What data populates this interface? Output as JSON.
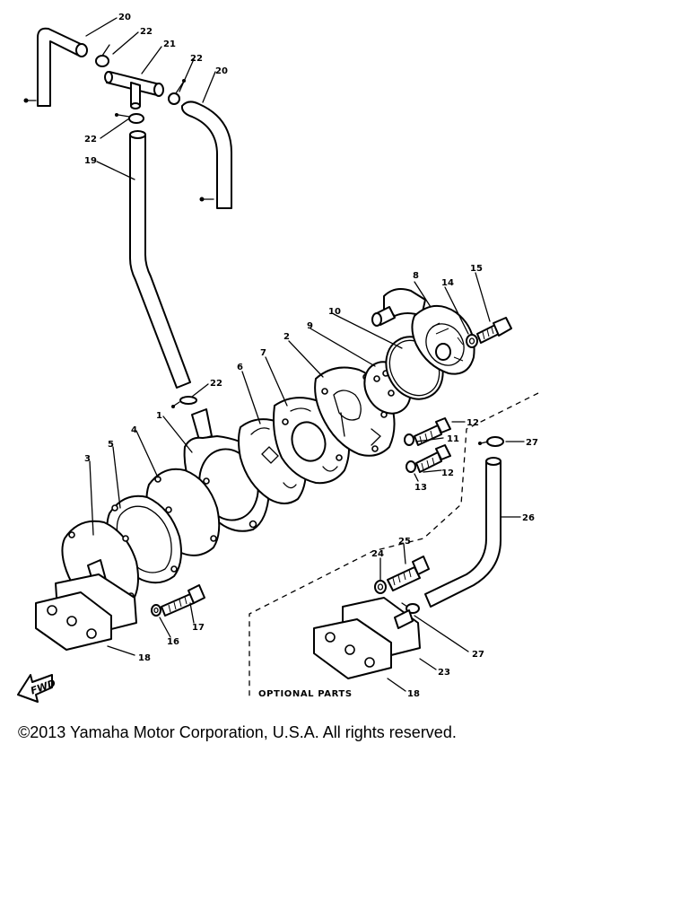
{
  "diagram": {
    "callouts": {
      "c1": "1",
      "c2": "2",
      "c3": "3",
      "c4": "4",
      "c5": "5",
      "c6": "6",
      "c7": "7",
      "c8": "8",
      "c9": "9",
      "c10": "10",
      "c11": "11",
      "c12a": "12",
      "c12b": "12",
      "c13": "13",
      "c14": "14",
      "c15": "15",
      "c16": "16",
      "c17": "17",
      "c18a": "18",
      "c18b": "18",
      "c19": "19",
      "c20a": "20",
      "c20b": "20",
      "c21": "21",
      "c22a": "22",
      "c22b": "22",
      "c22c": "22",
      "c22d": "22",
      "c23": "23",
      "c24": "24",
      "c25": "25",
      "c26": "26",
      "c27a": "27",
      "c27b": "27"
    },
    "optional_label": "OPTIONAL PARTS",
    "forward_label": "FWD"
  },
  "footer": {
    "copyright": "©2013 Yamaha Motor Corporation, U.S.A. All rights reserved."
  }
}
